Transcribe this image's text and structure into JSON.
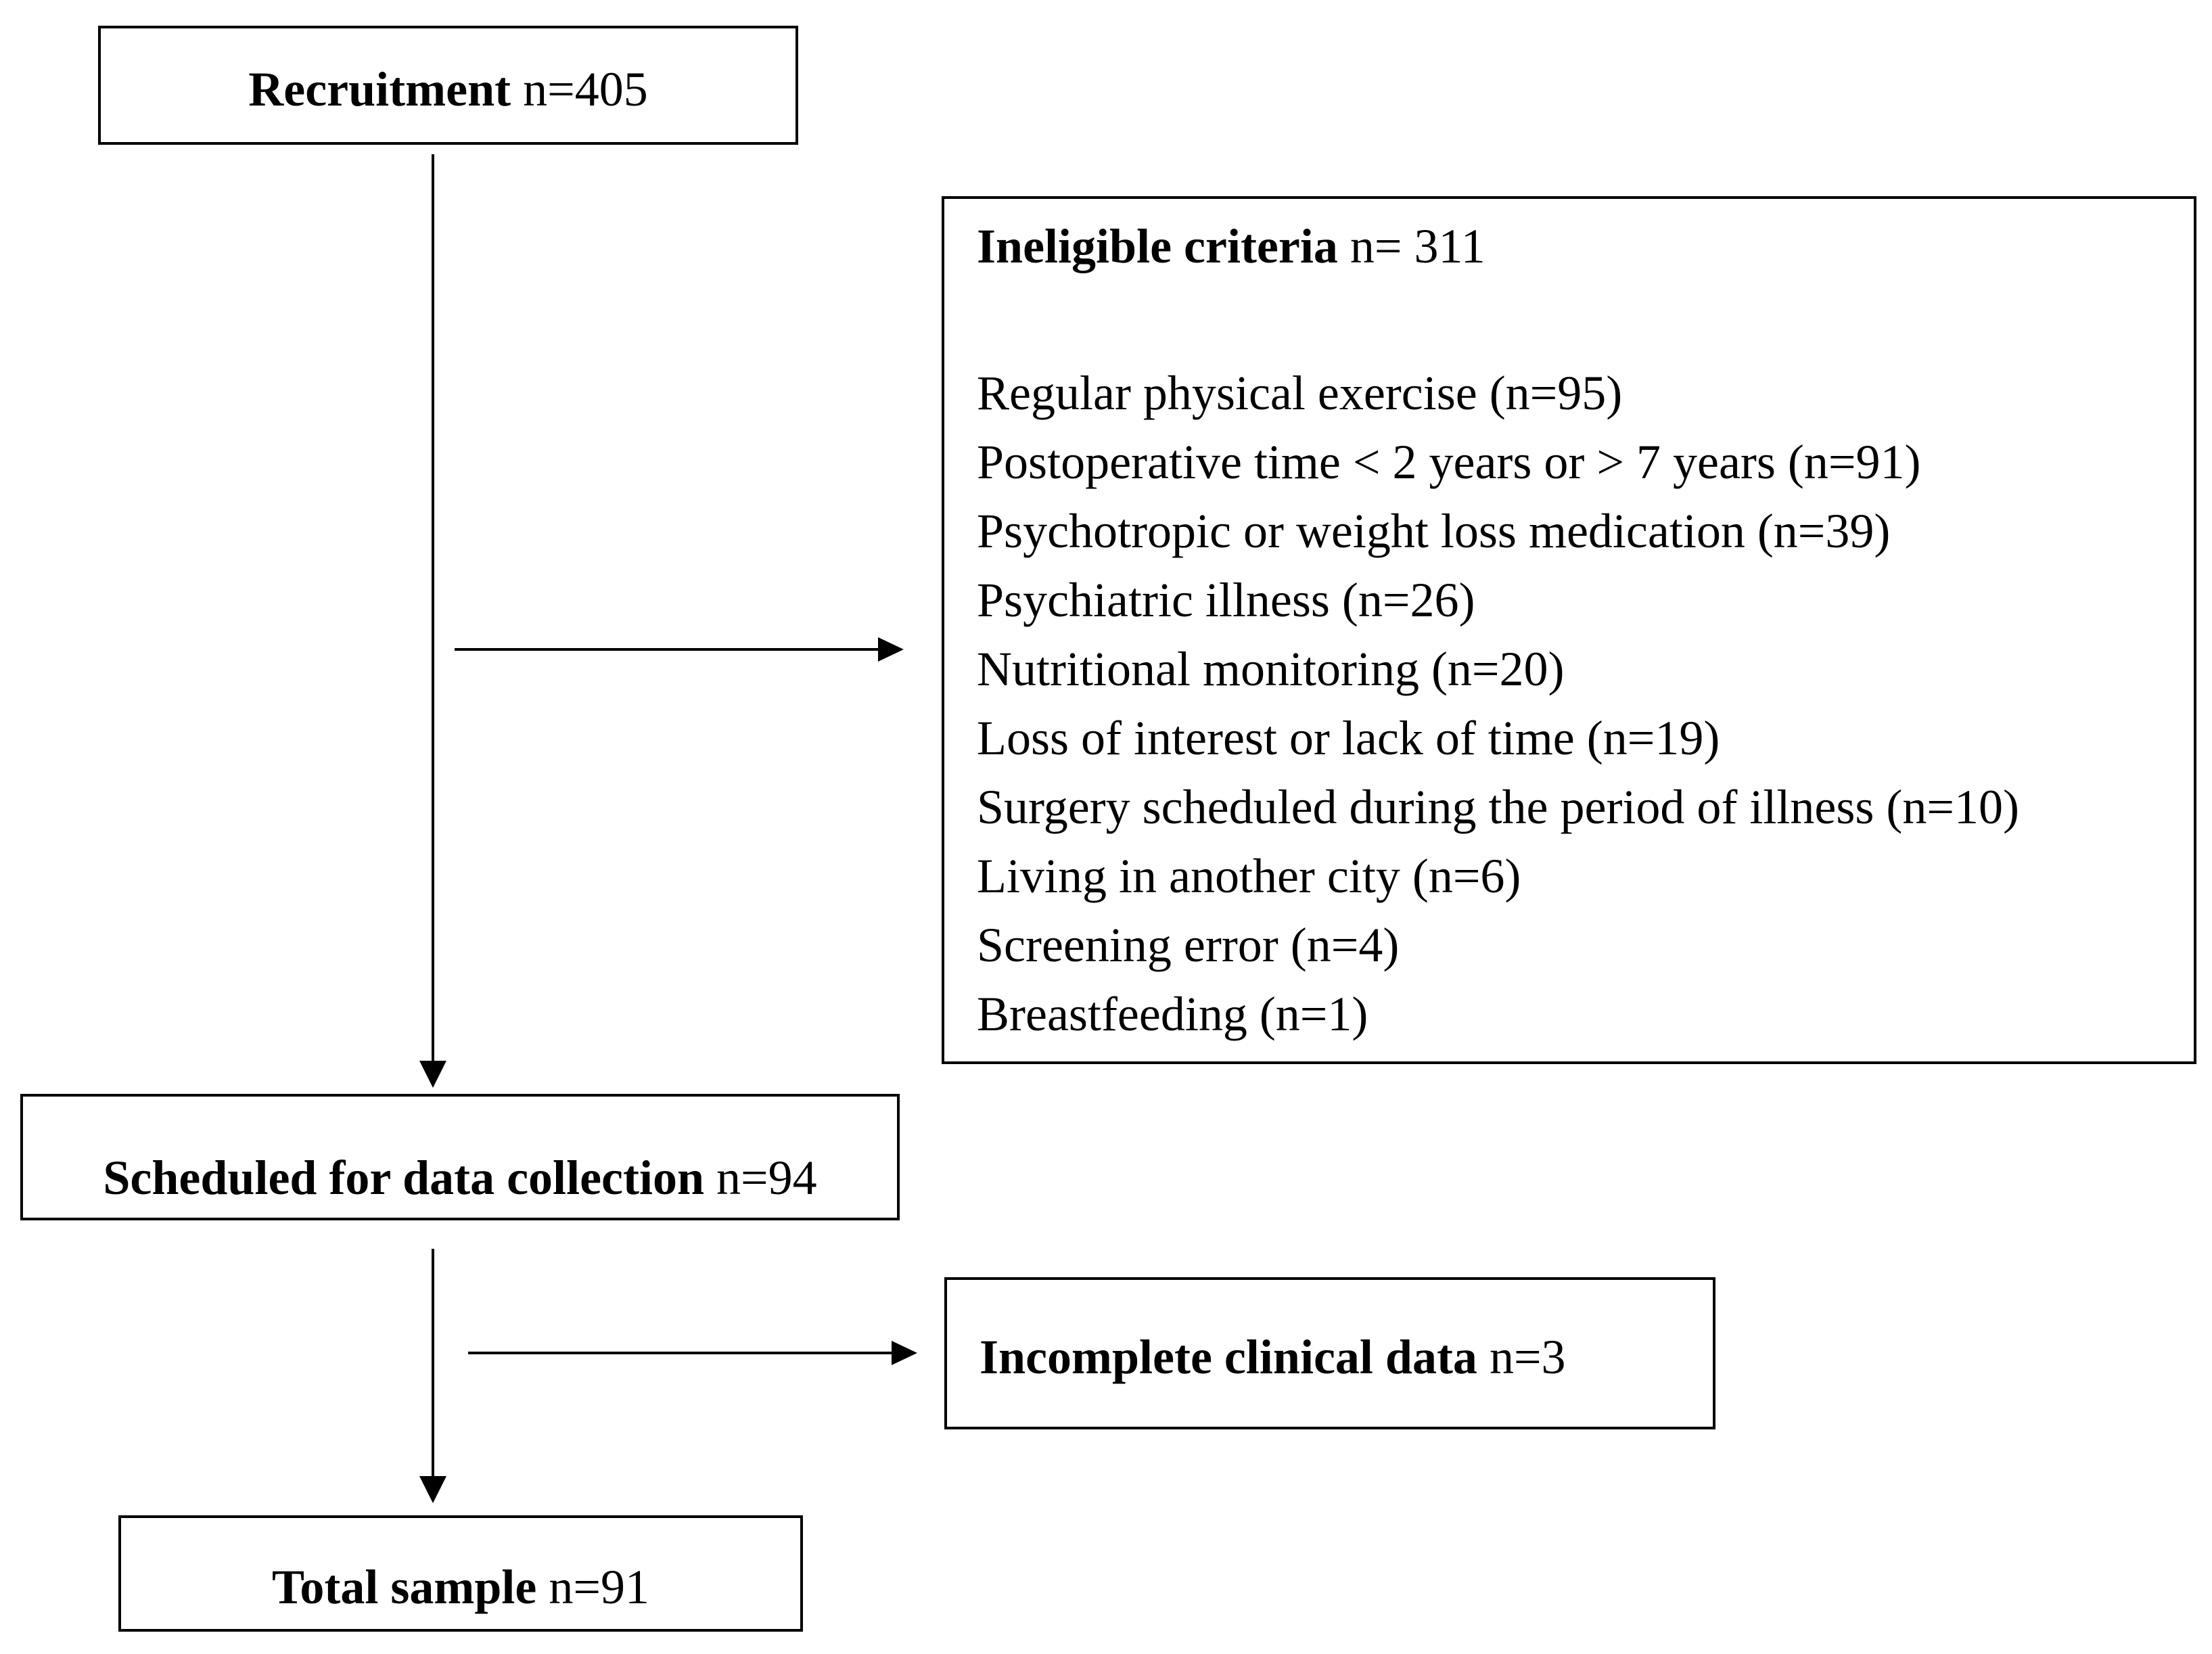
{
  "recruitment": {
    "title": "Recruitment",
    "count": "n=405"
  },
  "ineligible": {
    "title": "Ineligible criteria",
    "count": "n= 311",
    "reasons": [
      "Regular physical exercise (n=95)",
      "Postoperative time < 2 years or > 7 years (n=91)",
      "Psychotropic or weight loss medication (n=39)",
      "Psychiatric illness (n=26)",
      "Nutritional monitoring (n=20)",
      "Loss of interest or lack of time (n=19)",
      "Surgery scheduled during the period of illness (n=10)",
      "Living in another city (n=6)",
      "Screening error (n=4)",
      "Breastfeeding (n=1)"
    ]
  },
  "scheduled": {
    "title": "Scheduled for data collection",
    "count": "n=94"
  },
  "incomplete": {
    "title": "Incomplete clinical data",
    "count": "n=3"
  },
  "total": {
    "title": "Total sample",
    "count": "n=91"
  }
}
